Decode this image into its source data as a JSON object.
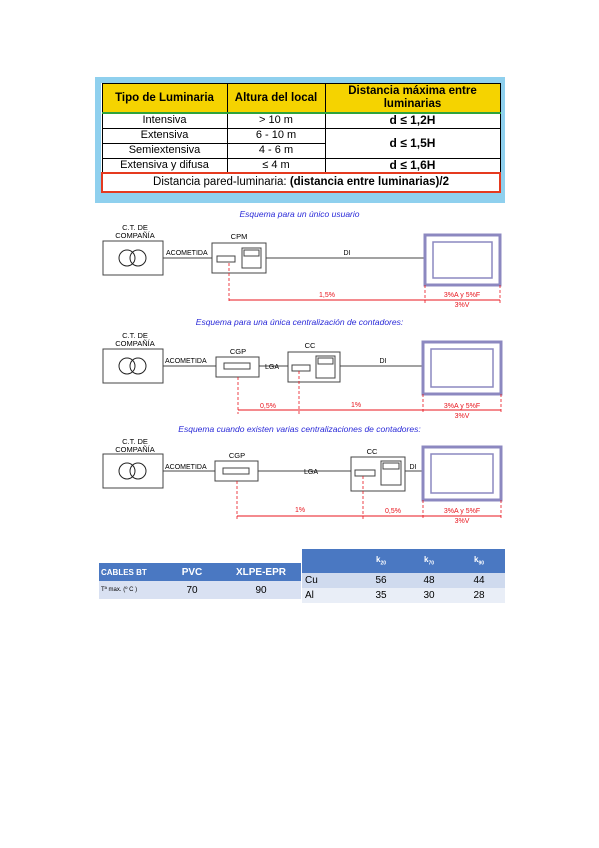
{
  "luminaria_table": {
    "headers": [
      "Tipo de Luminaria",
      "Altura del local",
      "Distancia máxima entre luminarias"
    ],
    "rows": [
      {
        "type": "Intensiva",
        "height": ">  10 m",
        "distance": "d ≤ 1,2H"
      },
      {
        "type": "Extensiva",
        "height": "6 - 10 m",
        "distance": "d ≤ 1,5H"
      },
      {
        "type": "Semiextensiva",
        "height": "4 - 6 m"
      },
      {
        "type": "Extensiva y difusa",
        "height": "≤ 4 m",
        "distance": "d ≤ 1,6H"
      }
    ],
    "footer_prefix": "Distancia pared-luminaria: ",
    "footer_bold": "(distancia entre luminarias)/2"
  },
  "schemas": [
    {
      "title": "Esquema para un único usuario",
      "ct": [
        "C.T. DE",
        "COMPAÑÍA"
      ],
      "acometida": "ACOMETIDA",
      "box1": "CPM",
      "di": "DI",
      "pct1": "1,5%",
      "pct_end": [
        "3%A y 5%F",
        "3%V"
      ]
    },
    {
      "title": "Esquema para una única centralización de contadores:",
      "ct": [
        "C.T. DE",
        "COMPAÑÍA"
      ],
      "acometida": "ACOMETIDA",
      "box1": "CGP",
      "lga": "LGA",
      "box2": "CC",
      "di": "DI",
      "pct1": "0,5%",
      "pct2": "1%",
      "pct_end": [
        "3%A y 5%F",
        "3%V"
      ]
    },
    {
      "title": "Esquema cuando existen varias centralizaciones de contadores:",
      "ct": [
        "C.T. DE",
        "COMPAÑÍA"
      ],
      "acometida": "ACOMETIDA",
      "box1": "CGP",
      "lga": "LGA",
      "box2": "CC",
      "di": "DI",
      "pct1": "1%",
      "pct2": "0,5%",
      "pct_end": [
        "3%A y 5%F",
        "3%V"
      ]
    }
  ],
  "cables_table": {
    "headers": [
      "CABLES BT",
      "PVC",
      "XLPE-EPR"
    ],
    "row": [
      "Tª max. (º C )",
      "70",
      "90"
    ]
  },
  "k_table": {
    "headers": [
      "",
      "k",
      "k",
      "k"
    ],
    "subscripts": [
      "",
      "20",
      "70",
      "90"
    ],
    "rows": [
      [
        "Cu",
        "56",
        "48",
        "44"
      ],
      [
        "Al",
        "35",
        "30",
        "28"
      ]
    ]
  },
  "colors": {
    "header_yellow": "#f5d300",
    "frame_blue": "#8fd0ee",
    "footer_red": "#e53a1f",
    "title_blue": "#2a2ad8",
    "dimension_red": "#e8141c",
    "load_purple": "#8c88c0",
    "table_blue": "#4a78c2"
  }
}
